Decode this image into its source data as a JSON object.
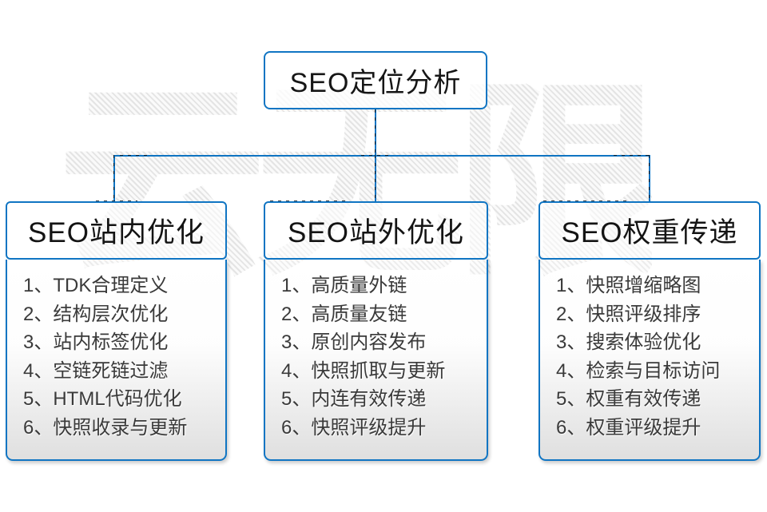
{
  "diagram": {
    "watermark": "云无限",
    "root": {
      "label": "SEO定位分析"
    },
    "columns": [
      {
        "title": "SEO站内优化",
        "items": [
          "1、TDK合理定义",
          "2、结构层次优化",
          "3、站内标签优化",
          "4、空链死链过滤",
          "5、HTML代码优化",
          "6、快照收录与更新"
        ]
      },
      {
        "title": "SEO站外优化",
        "items": [
          "1、高质量外链",
          "2、高质量友链",
          "3、原创内容发布",
          "4、快照抓取与更新",
          "5、内连有效传递",
          "6、快照评级提升"
        ]
      },
      {
        "title": "SEO权重传递",
        "items": [
          "1、快照增缩略图",
          "2、快照评级排序",
          "3、搜索体验优化",
          "4、检索与目标访问",
          "5、权重有效传递",
          "6、权重评级提升"
        ]
      }
    ],
    "colors": {
      "accent_blue": "#1075c3",
      "connector_blue": "#0f74c2",
      "list_gradient_bottom": "#e2e2e2",
      "heading_text": "#141414",
      "list_text": "#3a3a3a",
      "watermark_gray": "#e4e4e4"
    }
  }
}
